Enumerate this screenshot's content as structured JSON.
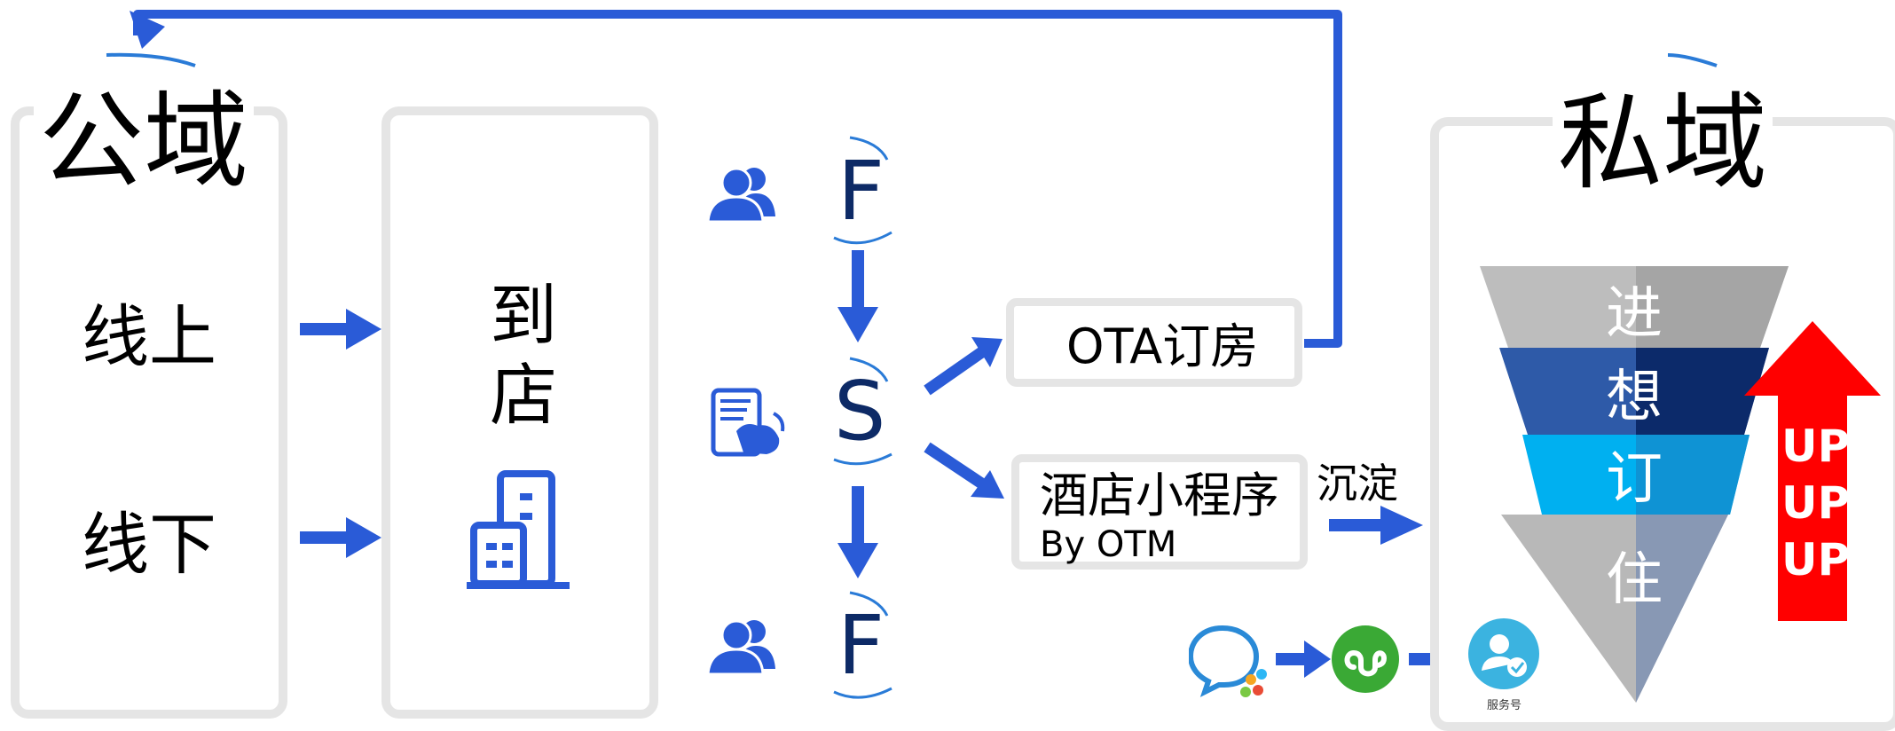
{
  "public_domain": {
    "title": "公域",
    "items": [
      "线上",
      "线下"
    ]
  },
  "to_store": {
    "label_line1": "到",
    "label_line2": "店"
  },
  "flow_letters": {
    "top": "F",
    "middle": "S",
    "bottom": "F"
  },
  "ota_box": {
    "label": "OTA订房"
  },
  "mini_program_box": {
    "label": "酒店小程序",
    "sub_label": "By OTM"
  },
  "settle_label": "沉淀",
  "private_domain": {
    "title": "私域",
    "funnel_levels": [
      "进",
      "想",
      "订",
      "住"
    ],
    "up_labels": [
      "UP",
      "UP",
      "UP"
    ]
  },
  "bottom_icons": {
    "service_account_caption": "服务号"
  },
  "colors": {
    "arrow_blue": "#2a5bd7",
    "panel_border": "#e5e5e5",
    "up_red": "#ff0000"
  }
}
